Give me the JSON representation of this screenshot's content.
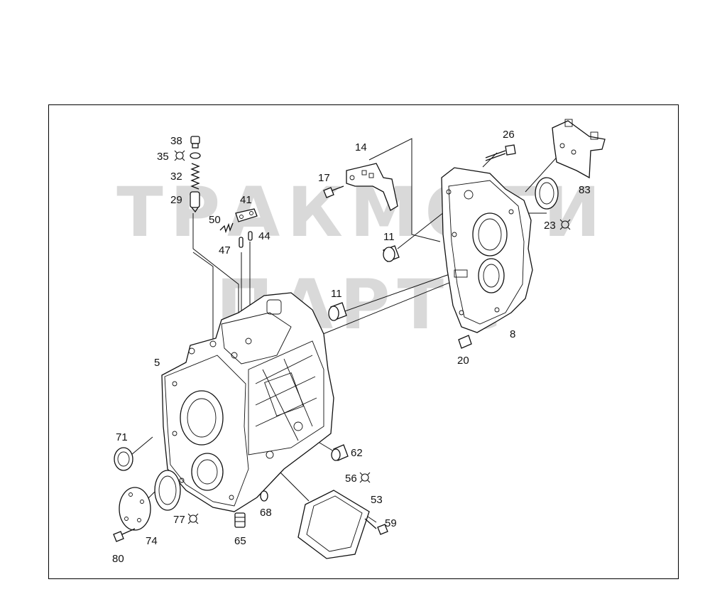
{
  "watermark": {
    "line1": "ТРАКМОТИ",
    "line2": "ПАРТС"
  },
  "labels": {
    "p38": "38",
    "p35": "35",
    "p32": "32",
    "p29": "29",
    "p41": "41",
    "p50": "50",
    "p44": "44",
    "p47": "47",
    "p14": "14",
    "p17": "17",
    "p11a": "11",
    "p11b": "11",
    "p26": "26",
    "p83": "83",
    "p23": "23",
    "p5": "5",
    "p8": "8",
    "p20": "20",
    "p71": "71",
    "p62": "62",
    "p56": "56",
    "p53": "53",
    "p59": "59",
    "p68": "68",
    "p77": "77",
    "p74": "74",
    "p65": "65",
    "p80": "80"
  }
}
